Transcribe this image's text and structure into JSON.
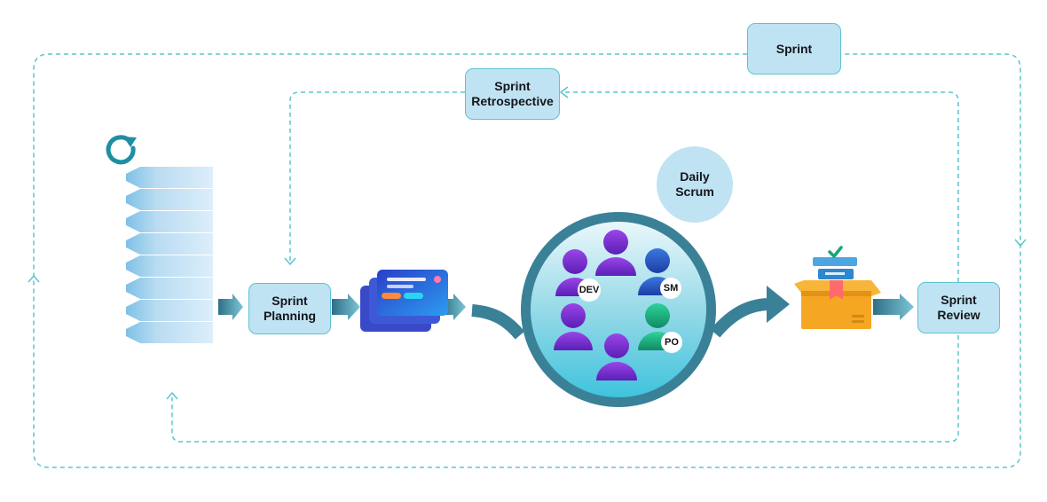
{
  "labels": {
    "sprint": "Sprint",
    "retrospective": "Sprint\nRetrospective",
    "planning": "Sprint\nPlanning",
    "daily_scrum": "Daily\nScrum",
    "review": "Sprint\nReview"
  },
  "roles": {
    "dev": "DEV",
    "sm": "SM",
    "po": "PO"
  },
  "colors": {
    "loop_line": "#5cc3d3",
    "label_fill": "#bfe3f3",
    "ring": "#3a8198",
    "team_purple": "#7a2fd2",
    "scrum_master_blue": "#2b62c8",
    "product_owner_green": "#16a57b",
    "box_orange": "#f5a623"
  },
  "icons": [
    "refresh-icon",
    "backlog-stack-icon",
    "sprint-backlog-cards-icon",
    "increment-box-icon",
    "checkmark-icon"
  ]
}
